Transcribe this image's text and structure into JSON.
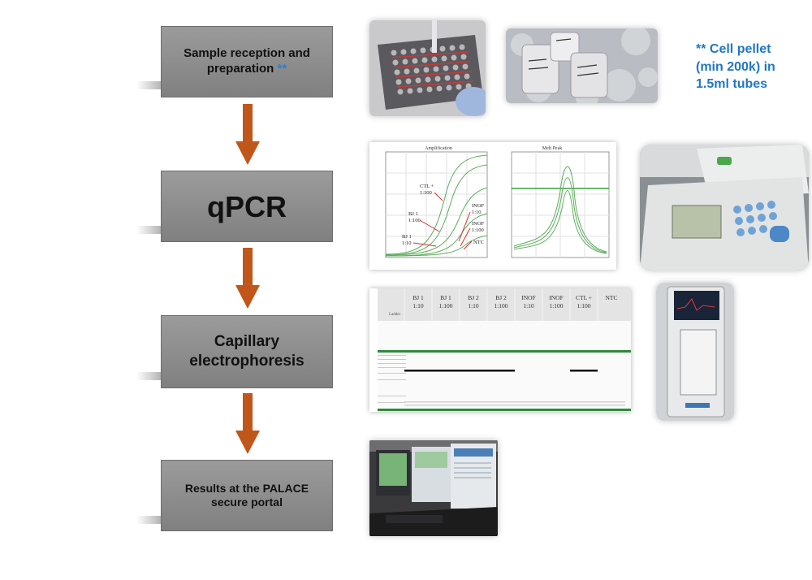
{
  "steps": [
    {
      "id": "sample",
      "line1": "Sample reception and",
      "line2": "preparation",
      "stars": "**"
    },
    {
      "id": "qpcr",
      "line1": "qPCR"
    },
    {
      "id": "capillary",
      "line1": "Capillary",
      "line2": "electrophoresis"
    },
    {
      "id": "results",
      "line1": "Results at the PALACE",
      "line2": "secure portal"
    }
  ],
  "note": {
    "line1": "** Cell pellet",
    "line2": "(min 200k) in",
    "line3": "1.5ml tubes"
  },
  "colors": {
    "arrow": "#c0561a",
    "accent_blue": "#1f77c4",
    "box": "#8c8c8c",
    "gel_green": "#2e8b3a"
  },
  "qpcr_plot": {
    "panel1_title": "Amplification",
    "panel2_title": "Melt Peak",
    "annotations": [
      "CTL +",
      "1:100",
      "BJ 1",
      "1:100",
      "BJ 1",
      "1:10",
      "INOF",
      "1:10",
      "INOF",
      "1:100",
      "NTC"
    ]
  },
  "gel": {
    "lanes": [
      {
        "l1": "BJ 1",
        "l2": "1:10"
      },
      {
        "l1": "BJ 1",
        "l2": "1:100"
      },
      {
        "l1": "BJ 2",
        "l2": "1:10"
      },
      {
        "l1": "BJ 2",
        "l2": "1:100"
      },
      {
        "l1": "INOF",
        "l2": "1:10"
      },
      {
        "l1": "INOF",
        "l2": "1:100"
      },
      {
        "l1": "CTL +",
        "l2": "1:100"
      },
      {
        "l1": "NTC",
        "l2": ""
      }
    ],
    "ladder_label": "Ladder"
  }
}
